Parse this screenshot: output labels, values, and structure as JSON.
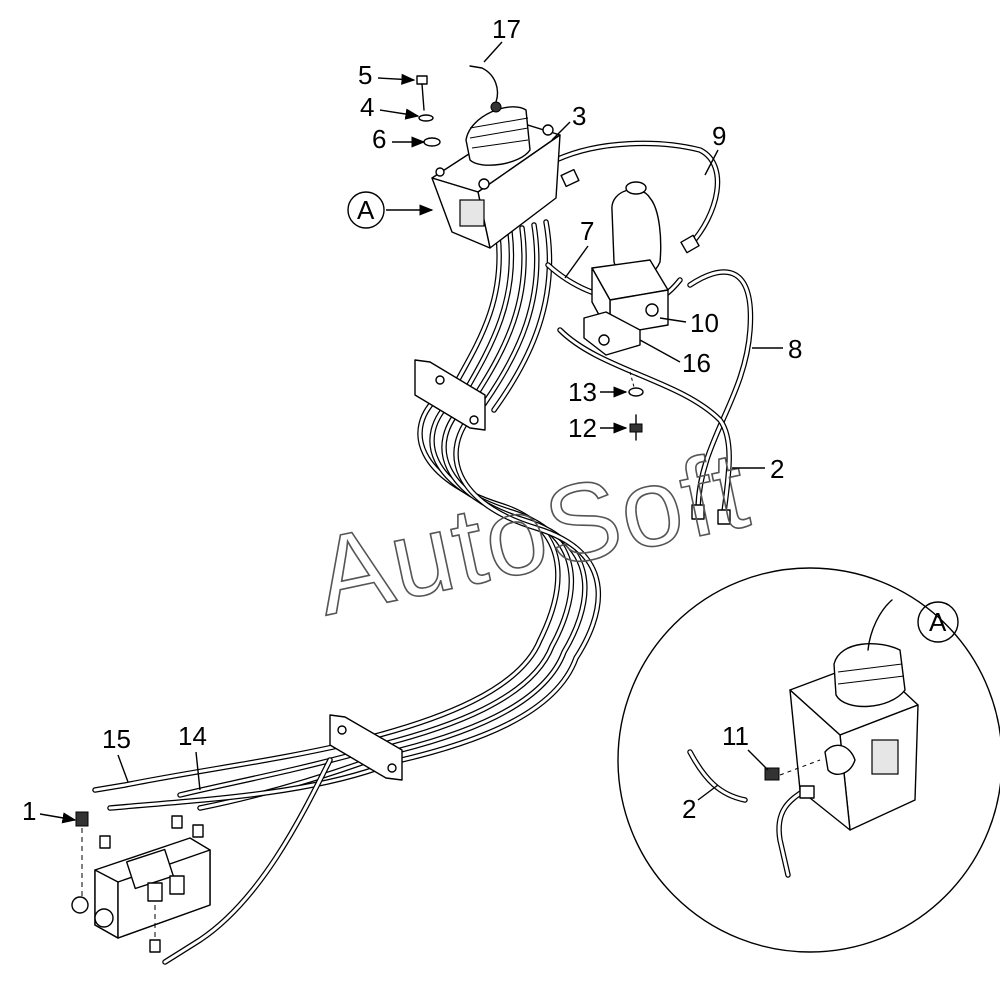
{
  "watermark": "AutoSoft",
  "detail_view": {
    "label": "A"
  },
  "main_view_marker": {
    "label": "A"
  },
  "callouts": [
    {
      "id": "1",
      "label": "1"
    },
    {
      "id": "2a",
      "label": "2"
    },
    {
      "id": "2b",
      "label": "2"
    },
    {
      "id": "3",
      "label": "3"
    },
    {
      "id": "4",
      "label": "4"
    },
    {
      "id": "5",
      "label": "5"
    },
    {
      "id": "6",
      "label": "6"
    },
    {
      "id": "7",
      "label": "7"
    },
    {
      "id": "8",
      "label": "8"
    },
    {
      "id": "9",
      "label": "9"
    },
    {
      "id": "10",
      "label": "10"
    },
    {
      "id": "11",
      "label": "11"
    },
    {
      "id": "12",
      "label": "12"
    },
    {
      "id": "13",
      "label": "13"
    },
    {
      "id": "14",
      "label": "14"
    },
    {
      "id": "15",
      "label": "15"
    },
    {
      "id": "16",
      "label": "16"
    },
    {
      "id": "17",
      "label": "17"
    }
  ]
}
